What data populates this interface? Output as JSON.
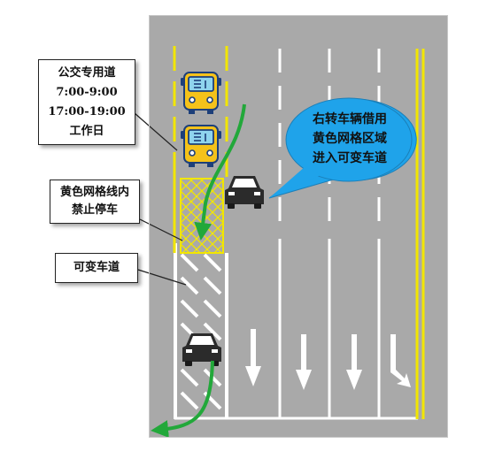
{
  "callouts": {
    "bus_lane": {
      "line1": "公交专用道",
      "line2": "7:00-9:00",
      "line3": "17:00-19:00",
      "line4": "工作日"
    },
    "no_parking": {
      "line1": "黄色网格线内",
      "line2": "禁止停车"
    },
    "variable_lane": {
      "line1": "可变车道"
    }
  },
  "bubble": {
    "line1": "右转车辆借用",
    "line2": "黄色网格区域",
    "line3": "进入可变车道"
  },
  "colors": {
    "road": "#a9a9a9",
    "marking_white": "#ffffff",
    "marking_yellow": "#f2e600",
    "bus_body": "#f5c21a",
    "bus_window": "#8fd4ee",
    "bus_outline": "#1d3f7a",
    "car_body": "#2b2b2b",
    "bubble_fill": "#1fa3ea",
    "arrow_green": "#22a83a"
  },
  "icons": {
    "bus": "bus-icon",
    "car": "car-icon",
    "straight_arrow": "straight-arrow-icon",
    "right_turn_arrow": "right-turn-arrow-icon"
  }
}
